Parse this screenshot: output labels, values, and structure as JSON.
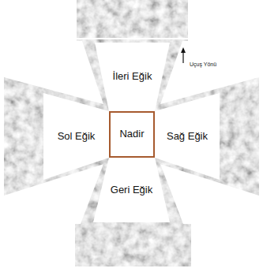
{
  "diagram": {
    "nodes": [
      {
        "text": [
          "İleri Eğik"
        ]
      },
      {
        "text": [
          "Sol Eğik"
        ]
      },
      {
        "text": [
          "Nadir"
        ]
      },
      {
        "text": [
          "Sağ Eğik"
        ]
      },
      {
        "text": [
          "Geri Eğik"
        ]
      }
    ],
    "labels": [
      "Uçuş Yönü"
    ]
  }
}
